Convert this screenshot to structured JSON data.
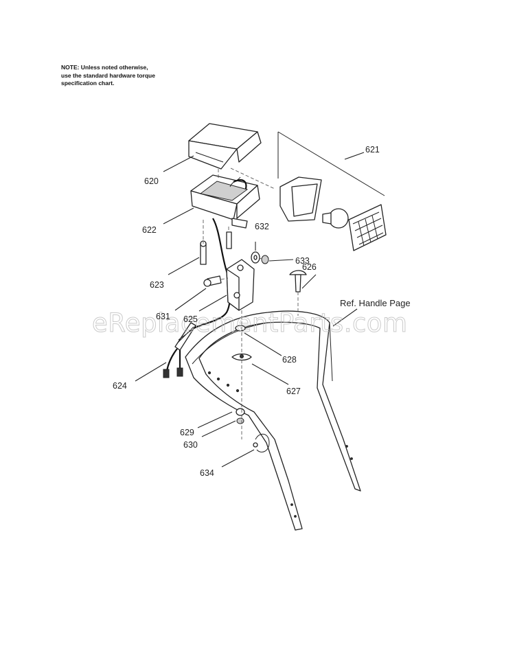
{
  "note": {
    "line1": "NOTE: Unless noted otherwise,",
    "line2": "use the standard hardware torque",
    "line3": "specification chart."
  },
  "watermark": "eReplacementParts.com",
  "ref_label": "Ref. Handle Page",
  "callouts": {
    "p620": "620",
    "p621": "621",
    "p622": "622",
    "p623": "623",
    "p624": "624",
    "p625": "625",
    "p626": "626",
    "p627": "627",
    "p628": "628",
    "p629": "629",
    "p630": "630",
    "p631": "631",
    "p632": "632",
    "p633": "633",
    "p634": "634"
  }
}
